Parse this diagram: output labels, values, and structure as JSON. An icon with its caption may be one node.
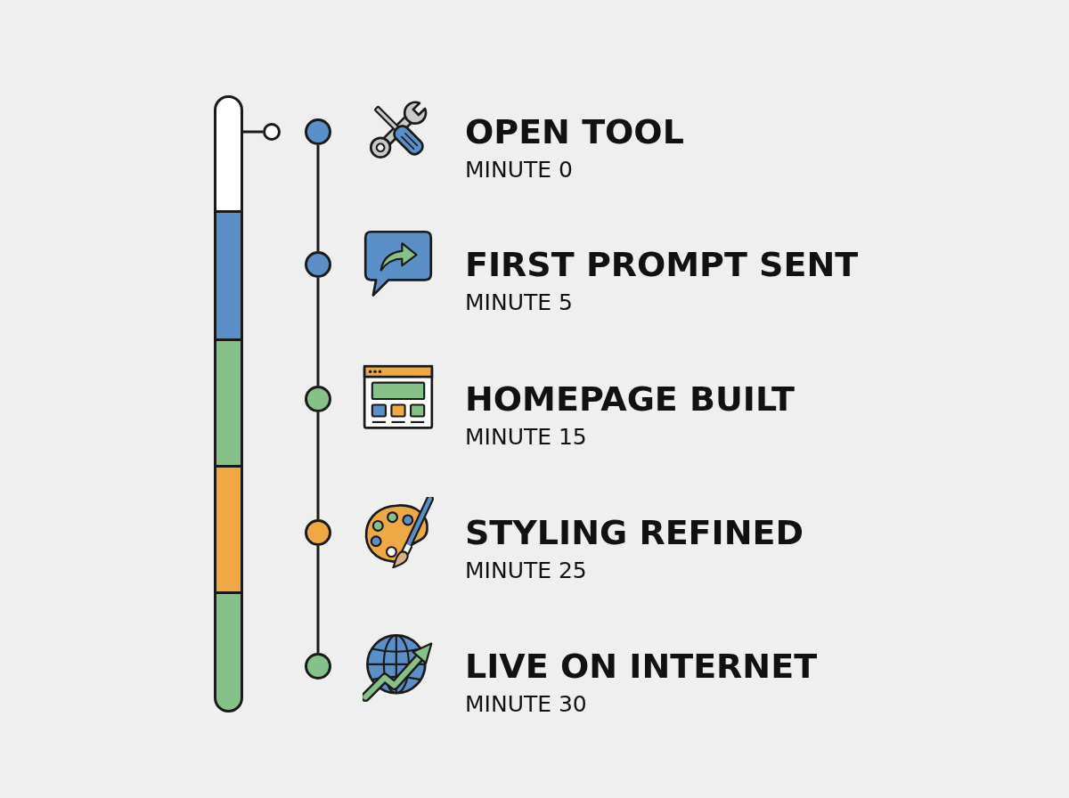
{
  "diagram": {
    "nodes": [
      {
        "text": [],
        "shape": "bar"
      },
      {
        "text": [],
        "shape": "circle"
      },
      {
        "text": [],
        "shape": "circle",
        "beside": [
          "OPEN TOOL",
          "MINUTE 0"
        ]
      },
      {
        "text": [],
        "shape": "circle",
        "beside": [
          "FIRST PROMPT SENT",
          "MINUTE 5"
        ]
      },
      {
        "text": [],
        "shape": "circle",
        "beside": [
          "HOMEPAGE BUILT",
          "MINUTE 15"
        ]
      },
      {
        "text": [],
        "shape": "circle",
        "beside": [
          "STYLING REFINED",
          "MINUTE 25"
        ]
      },
      {
        "text": [],
        "shape": "circle",
        "beside": [
          "LIVE ON INTERNET",
          "MINUTE 30"
        ]
      }
    ],
    "edges": [
      {
        "from": 0,
        "to": 1,
        "arrow": "none"
      },
      {
        "from": 2,
        "to": 3,
        "arrow": "none"
      },
      {
        "from": 3,
        "to": 4,
        "arrow": "none"
      },
      {
        "from": 4,
        "to": 5,
        "arrow": "none"
      },
      {
        "from": 5,
        "to": 6,
        "arrow": "none"
      }
    ]
  }
}
